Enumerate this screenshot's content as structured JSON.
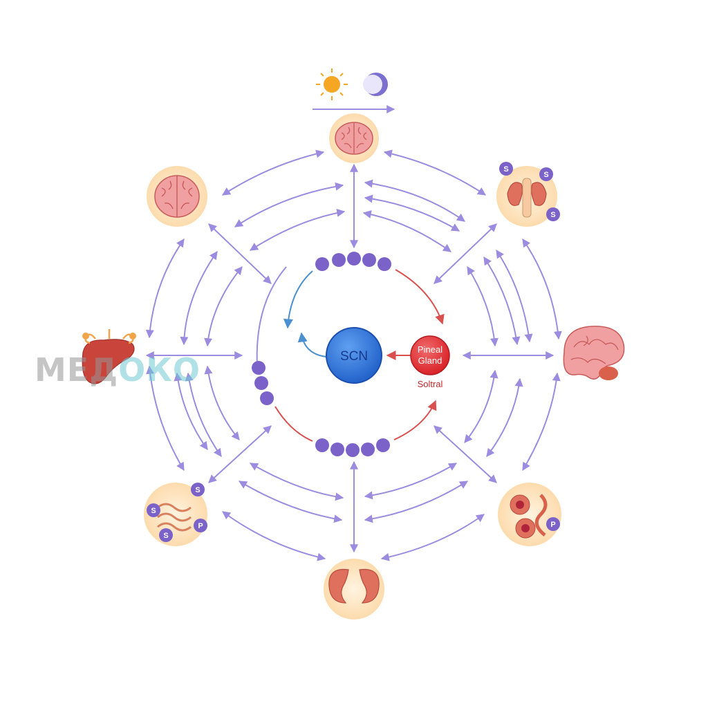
{
  "center": {
    "scn_label": "SCN",
    "pineal_line1": "Pineal",
    "pineal_line2": "Gland",
    "pineal_sub": "Soltral"
  },
  "light_cycle": {
    "sun_icon": "sun-icon",
    "moon_icon": "moon-icon"
  },
  "watermark": {
    "main": "МЕД",
    "tail": "ОКО"
  },
  "badges": {
    "s": "S",
    "p": "P"
  },
  "colors": {
    "arrow": "#9b8ce0",
    "bead": "#7b62c8",
    "scn_fill": "#2a6fd6",
    "pineal_fill": "#e0262c",
    "node_bg": "#fde6c4",
    "organ_red": "#e0705e",
    "blue_arrow": "#4a8fd0",
    "red_arrow": "#d9504e"
  },
  "organs": [
    {
      "name": "brain-top-icon"
    },
    {
      "name": "brain-topleft-icon"
    },
    {
      "name": "thyroid-icon"
    },
    {
      "name": "liver-icon"
    },
    {
      "name": "brain-side-icon"
    },
    {
      "name": "intestine-icon"
    },
    {
      "name": "cells-icon"
    },
    {
      "name": "kidneys-icon"
    }
  ]
}
